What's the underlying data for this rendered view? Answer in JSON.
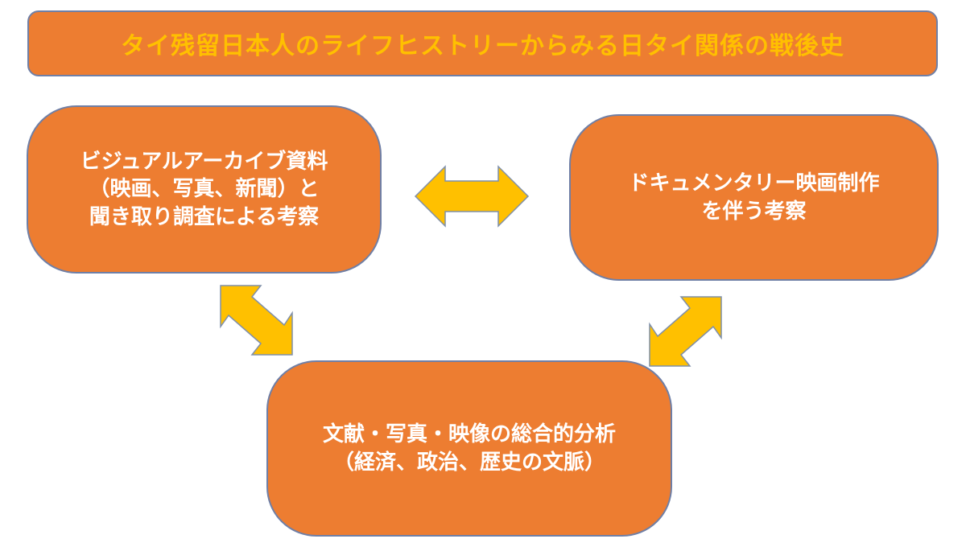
{
  "title": "タイ残留日本人のライフヒストリーからみる日タイ関係の戦後史",
  "nodes": {
    "left": "ビジュアルアーカイブ資料\n（映画、写真、新聞）と\n聞き取り調査による考察",
    "right": "ドキュメンタリー映画制作\nを伴う考察",
    "bottom": "文献・写真・映像の総合的分析\n（経済、政治、歴史の文脈）"
  },
  "colors": {
    "box_fill": "#ED7D31",
    "box_border": "#6F7FA6",
    "title_text": "#FFC000",
    "arrow_fill": "#FFC000",
    "arrow_border": "#7F8FA9",
    "node_text": "#FFFFFF"
  }
}
